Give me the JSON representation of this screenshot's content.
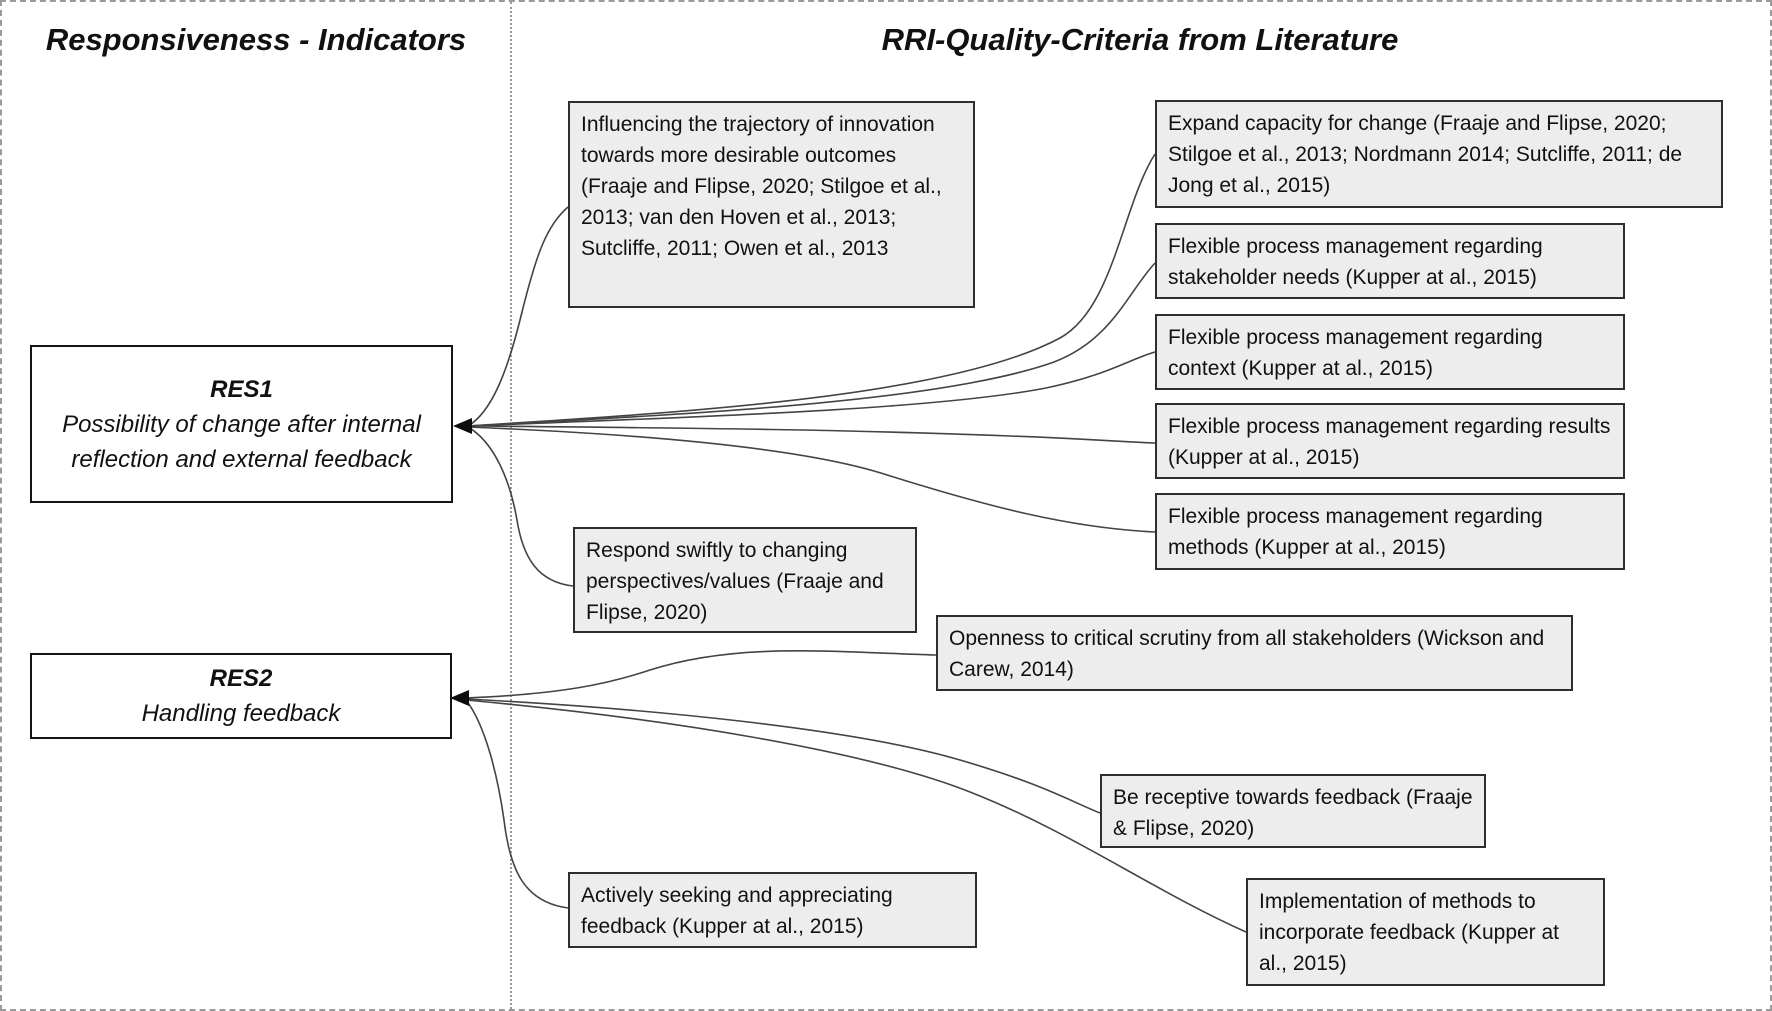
{
  "left_panel": {
    "title": "Responsiveness - Indicators",
    "indicators": [
      {
        "code": "RES1",
        "description": "Possibility of change after internal reflection and external feedback"
      },
      {
        "code": "RES2",
        "description": "Handling feedback"
      }
    ]
  },
  "right_panel": {
    "title": "RRI-Quality-Criteria from Literature",
    "criteria": [
      {
        "text": "Influencing the trajectory of innovation towards more desirable outcomes (Fraaje and Flipse, 2020; Stilgoe et al., 2013; van den Hoven et al., 2013; Sutcliffe, 2011; Owen et al., 2013",
        "indicator": "RES1"
      },
      {
        "text": "Expand capacity for change (Fraaje and Flipse, 2020; Stilgoe et al., 2013; Nordmann 2014; Sutcliffe, 2011; de Jong et al., 2015)",
        "indicator": "RES1"
      },
      {
        "text": "Flexible process management regarding stakeholder needs (Kupper at al., 2015)",
        "indicator": "RES1"
      },
      {
        "text": "Flexible process management regarding context (Kupper at al., 2015)",
        "indicator": "RES1"
      },
      {
        "text": "Flexible process management regarding results (Kupper at al., 2015)",
        "indicator": "RES1"
      },
      {
        "text": "Flexible process management regarding methods (Kupper at al., 2015)",
        "indicator": "RES1"
      },
      {
        "text": "Respond swiftly to changing perspectives/values (Fraaje and Flipse, 2020)",
        "indicator": "RES1"
      },
      {
        "text": "Openness to critical scrutiny from all stakeholders (Wickson and Carew, 2014)",
        "indicator": "RES2"
      },
      {
        "text": "Be receptive towards feedback (Fraaje & Flipse, 2020)",
        "indicator": "RES2"
      },
      {
        "text": "Actively seeking and appreciating feedback (Kupper at al., 2015)",
        "indicator": "RES2"
      },
      {
        "text": "Implementation of methods to incorporate feedback (Kupper at al., 2015)",
        "indicator": "RES2"
      }
    ]
  },
  "colors": {
    "criteria_box_fill": "#ededed",
    "criteria_box_border": "#2e2e2e",
    "indicator_box_fill": "#ffffff",
    "indicator_box_border": "#141414",
    "connector": "#444444",
    "divider": "#9a9a9a",
    "text": "#111111"
  }
}
